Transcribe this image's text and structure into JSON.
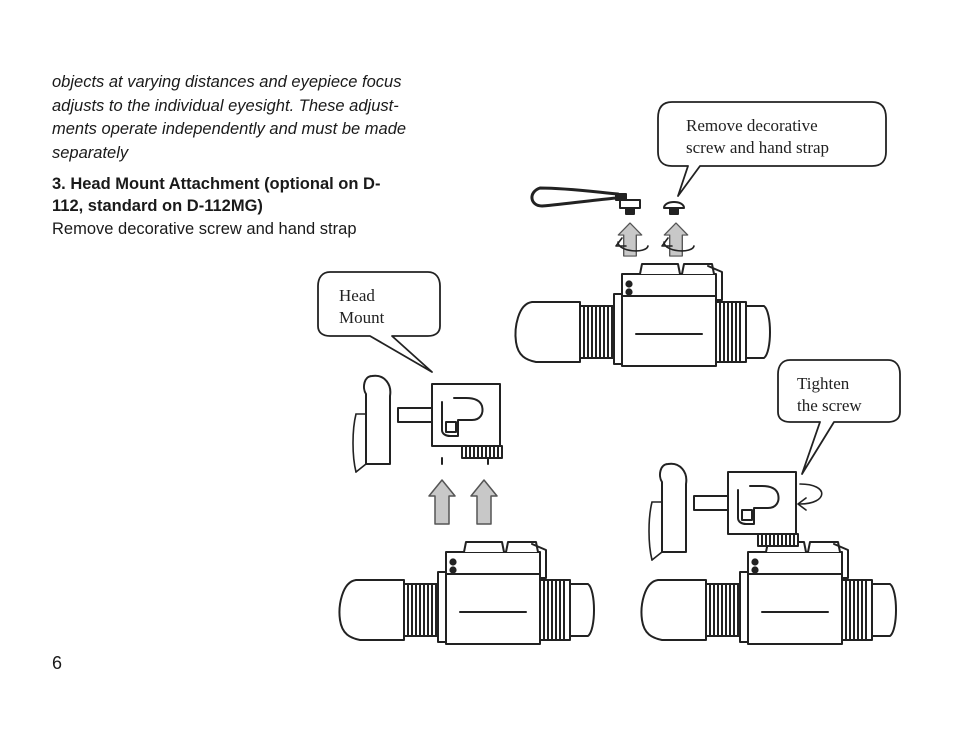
{
  "intro_lines": [
    "objects at varying distances and eyepiece focus",
    "adjusts to the individual eyesight. These adjust-",
    "ments operate independently and must be made",
    "separately"
  ],
  "section": {
    "heading_lines": [
      "3. Head Mount Attachment (optional on D-",
      "112, standard on D-112MG)"
    ],
    "instruction": "Remove decorative screw and hand strap"
  },
  "callouts": {
    "remove": [
      "Remove decorative",
      "screw and hand strap"
    ],
    "head_mount": [
      "Head",
      "Mount"
    ],
    "tighten": [
      "Tighten",
      "the screw"
    ]
  },
  "page_number": "6",
  "colors": {
    "text": "#1a1a1a",
    "line": "#222222",
    "arrow_fill": "#c8c8c8"
  },
  "icons": [
    "night-vision-monocular",
    "head-mount-bracket",
    "hand-strap",
    "decorative-screw",
    "rotate-arrow",
    "up-arrow"
  ]
}
